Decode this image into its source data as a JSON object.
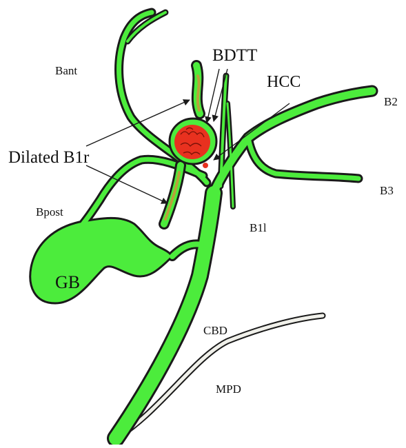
{
  "labels": {
    "bant": "Bant",
    "bdtt": "BDTT",
    "hcc": "HCC",
    "b2": "B2",
    "dilated_b1r": "Dilated B1r",
    "b3": "B3",
    "bpost": "Bpost",
    "b1l": "B1l",
    "gb": "GB",
    "cbd": "CBD",
    "mpd": "MPD"
  },
  "colors": {
    "duct_green": "#4cec3c",
    "outline": "#1a1a1a",
    "tumor_red": "#e8311f",
    "bdtt_olive": "#b8a23a",
    "mpd_fill": "#f0f0ea"
  }
}
